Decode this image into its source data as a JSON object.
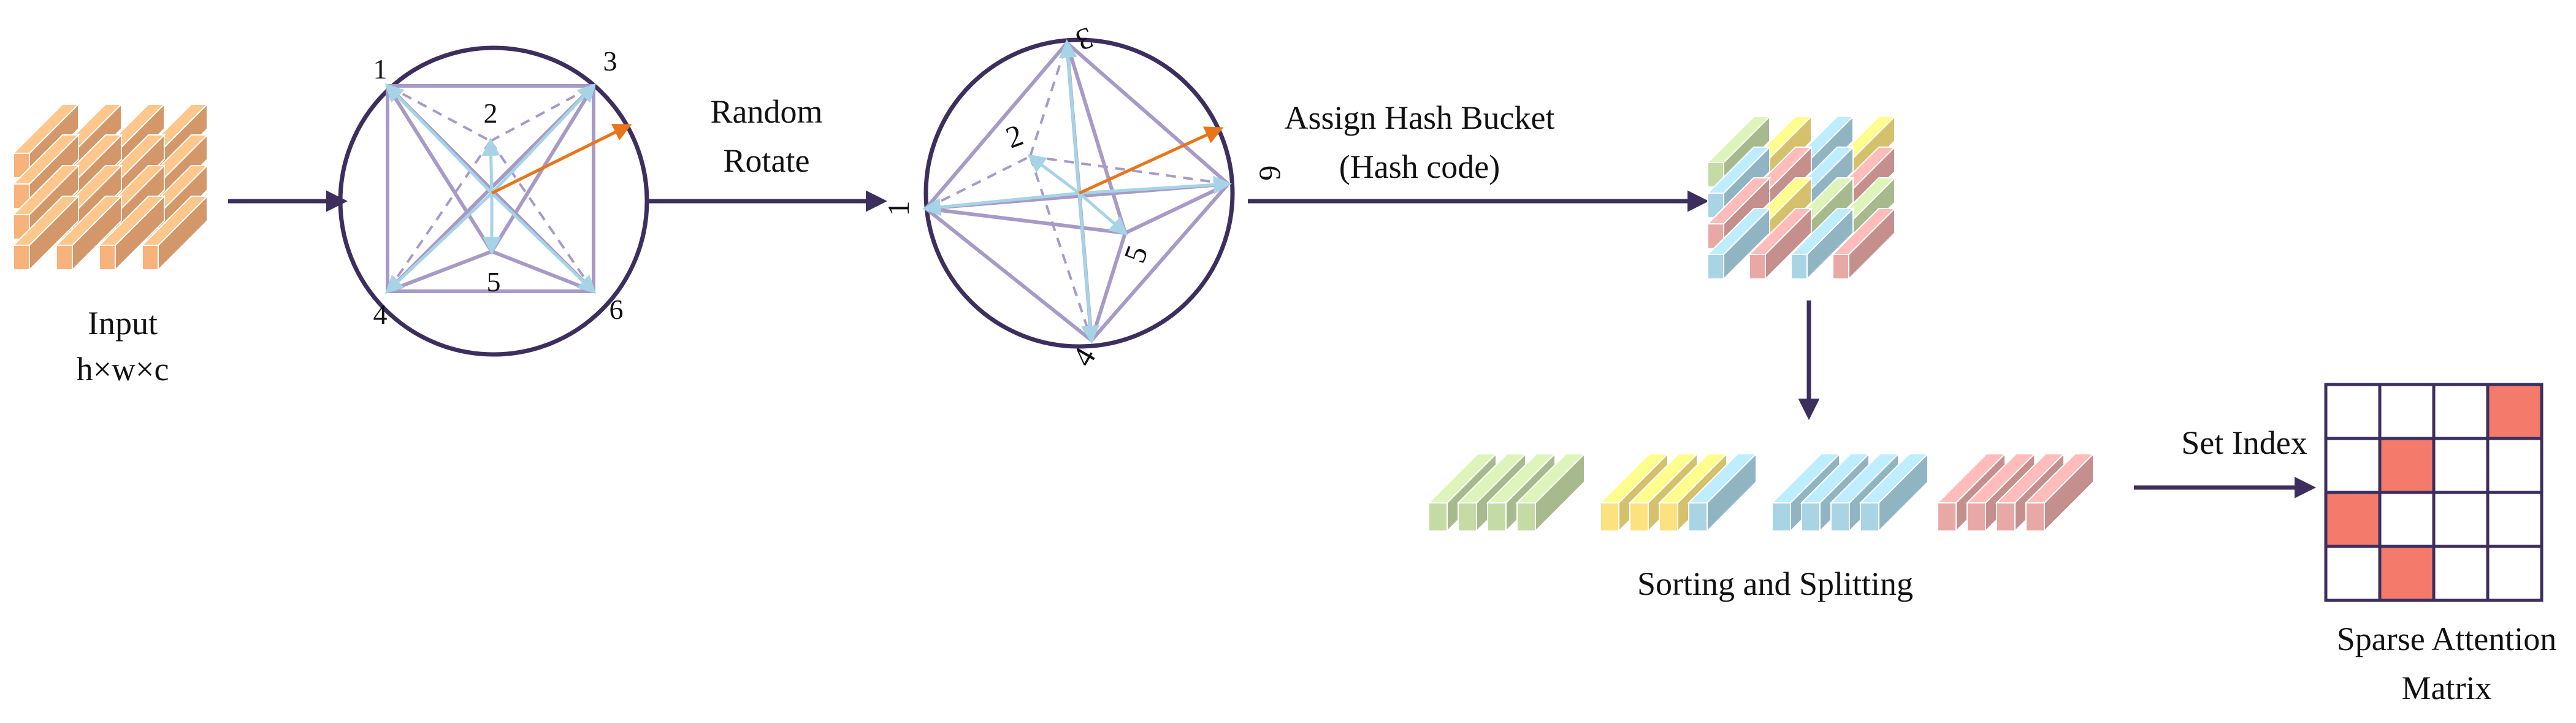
{
  "labels": {
    "input": "Input",
    "input_dims": "h×w×c",
    "random_rotate_1": "Random",
    "random_rotate_2": "Rotate",
    "assign_hash_1": "Assign Hash Bucket",
    "assign_hash_2": "(Hash code)",
    "sorting": "Sorting and Splitting",
    "set_index": "Set Index",
    "sparse_1": "Sparse Attention",
    "sparse_2": "Matrix"
  },
  "vertices_before": [
    "1",
    "2",
    "3",
    "4",
    "5",
    "6"
  ],
  "vertices_after": [
    "1",
    "2",
    "3",
    "4",
    "5",
    "6"
  ],
  "colors": {
    "input_block": "#f8b27c",
    "green": "#c5dba6",
    "yellow": "#fbe27e",
    "blue": "#a9d4e4",
    "pink": "#e7a8a6",
    "highlight_cell": "#f47a6b",
    "circle": "#3c2f5e",
    "octa_edge": "#a79ac6",
    "projection": "#a6d4e6",
    "rotation_vector": "#e8751a",
    "arrow": "#3c2f5e"
  },
  "sparse_matrix": [
    [
      0,
      0,
      0,
      1
    ],
    [
      0,
      1,
      0,
      0
    ],
    [
      1,
      0,
      0,
      0
    ],
    [
      0,
      1,
      0,
      0
    ]
  ]
}
